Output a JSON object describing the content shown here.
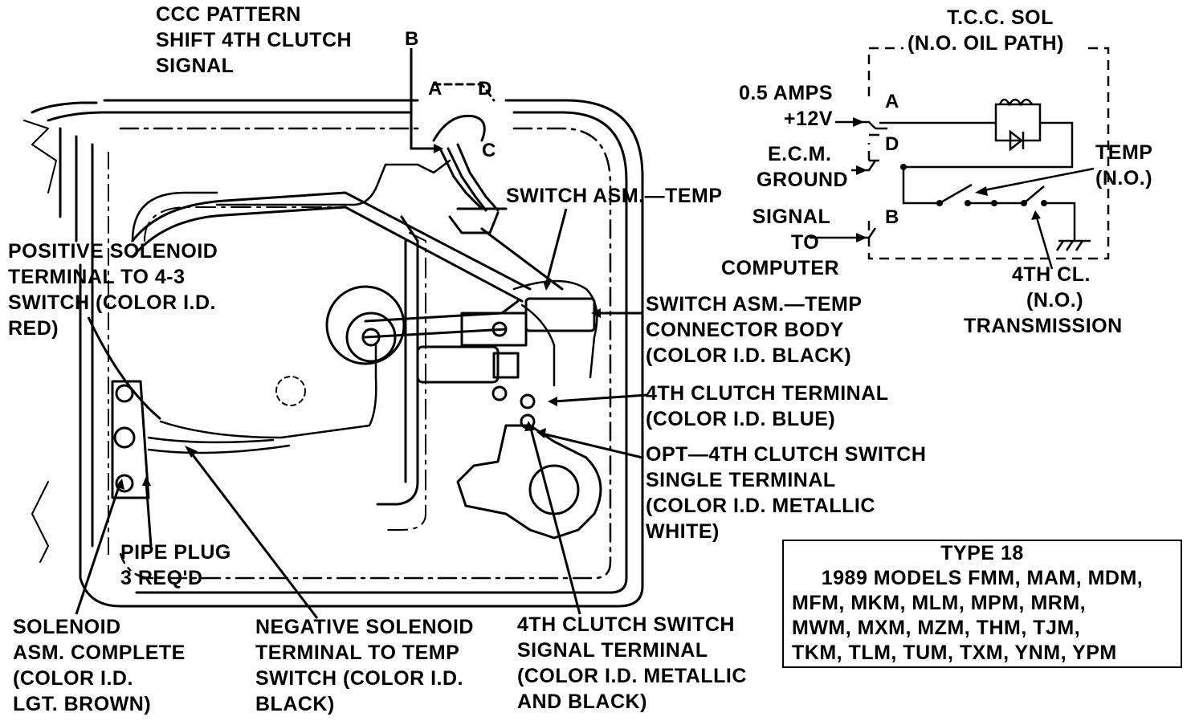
{
  "labels": {
    "ccc_pattern": [
      "CCC PATTERN",
      "SHIFT 4TH CLUTCH",
      "SIGNAL"
    ],
    "pin_b_top": "B",
    "pin_a_top": "A",
    "pin_d_top": "D",
    "pin_c_top": "C",
    "switch_temp": "SWITCH ASM.—TEMP",
    "positive_solenoid": [
      "POSITIVE SOLENOID",
      "TERMINAL TO 4-3",
      "SWITCH (COLOR I.D.",
      "RED)"
    ],
    "switch_connector": [
      "SWITCH ASM.—TEMP",
      "CONNECTOR BODY",
      "(COLOR I.D. BLACK)"
    ],
    "fourth_terminal": [
      "4TH CLUTCH TERMINAL",
      "(COLOR I.D. BLUE)"
    ],
    "opt_switch": [
      "OPT—4TH CLUTCH SWITCH",
      "SINGLE TERMINAL",
      "(COLOR I.D. METALLIC",
      "WHITE)"
    ],
    "pipe_plug": [
      "PIPE PLUG",
      "3 REQ'D"
    ],
    "solenoid_asm": [
      "SOLENOID",
      "ASM. COMPLETE",
      "(COLOR I.D.",
      "LGT. BROWN)"
    ],
    "negative_solenoid": [
      "NEGATIVE SOLENOID",
      "TERMINAL TO TEMP",
      "SWITCH (COLOR I.D.",
      "BLACK)"
    ],
    "signal_terminal": [
      "4TH CLUTCH SWITCH",
      "SIGNAL TERMINAL",
      "(COLOR I.D. METALLIC",
      "AND BLACK)"
    ]
  },
  "schematic": {
    "tcc_sol": [
      "T.C.C. SOL",
      "(N.O. OIL PATH)"
    ],
    "amps": [
      "0.5 AMPS",
      "+12V"
    ],
    "ecm_ground": [
      "E.C.M.",
      "GROUND"
    ],
    "signal": [
      "SIGNAL",
      "TO",
      "COMPUTER"
    ],
    "temp": [
      "TEMP",
      "(N.O.)"
    ],
    "fourth_cl": [
      "4TH CL.",
      "(N.O.)",
      "TRANSMISSION"
    ],
    "pin_a": "A",
    "pin_d": "D",
    "pin_b": "B"
  },
  "type_box": {
    "lines": [
      "TYPE 18",
      "1989 MODELS FMM, MAM, MDM,",
      "MFM, MKM, MLM, MPM, MRM,",
      "MWM, MXM, MZM, THM, TJM,",
      "TKM, TLM, TUM, TXM, YNM, YPM"
    ]
  }
}
